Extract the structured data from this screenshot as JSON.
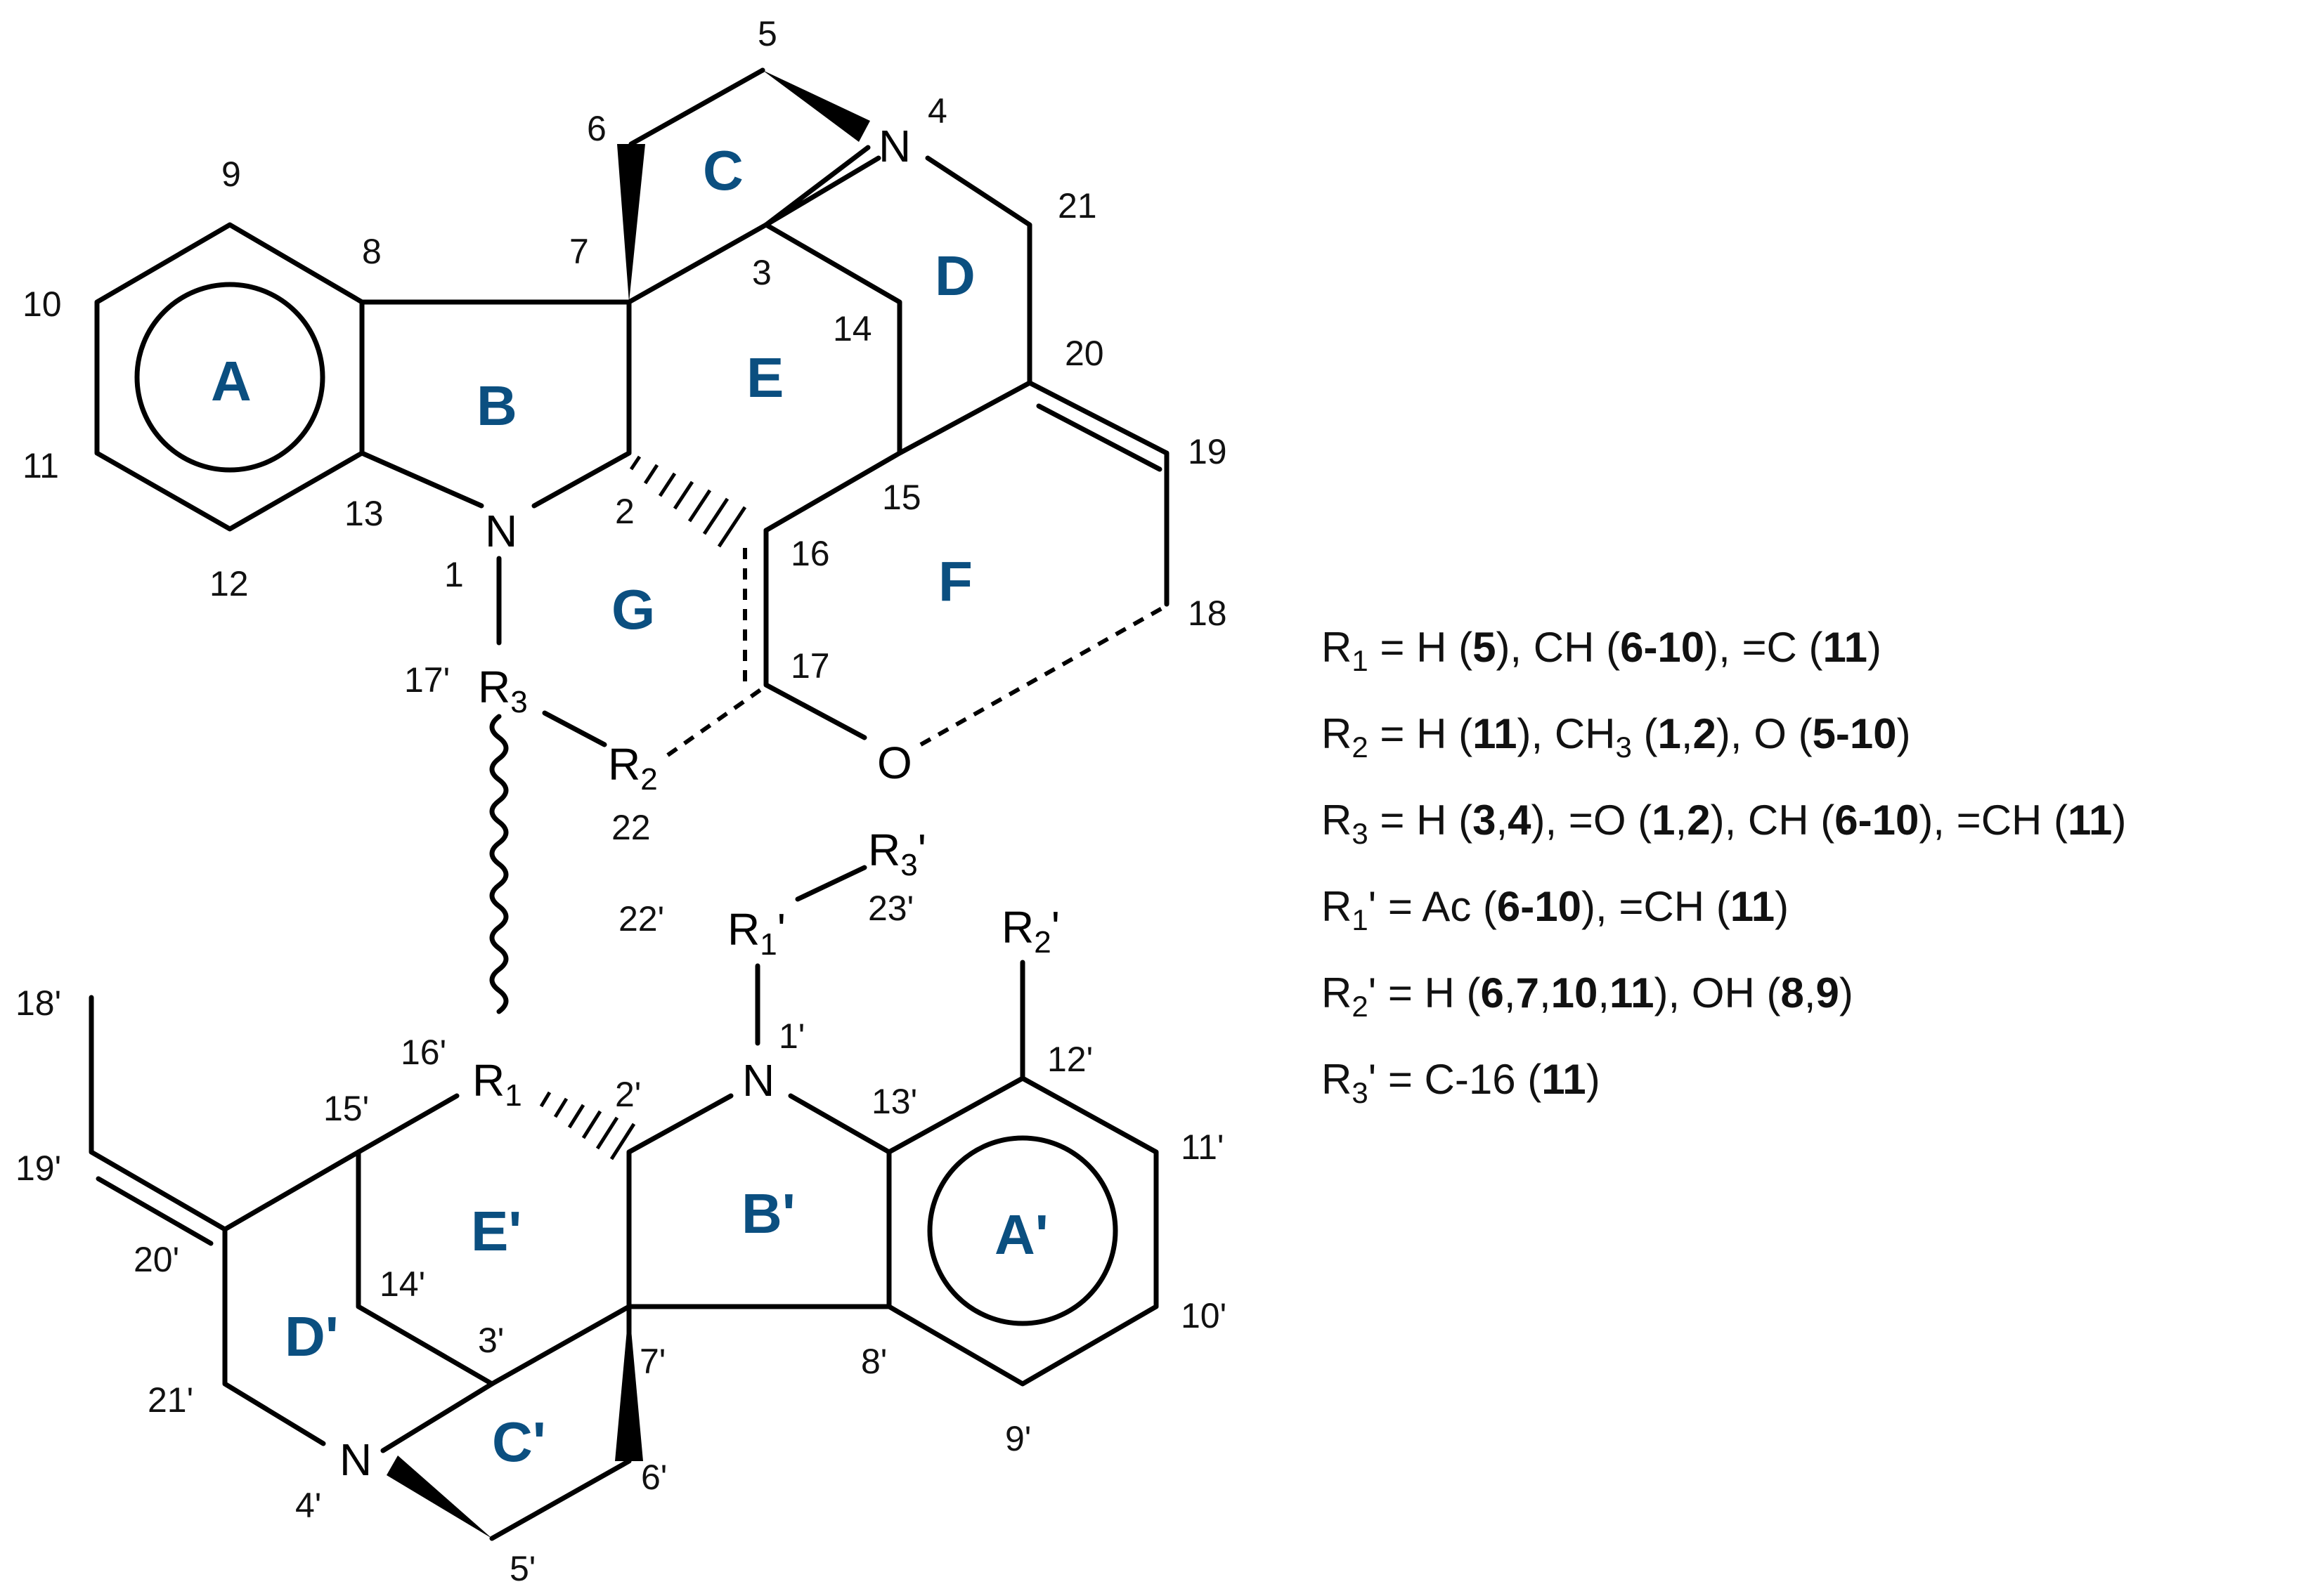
{
  "atoms": {
    "N1": "N",
    "N4": "N",
    "O": "O",
    "R3": "R",
    "R2": "R",
    "N1p": "N",
    "N4p": "N",
    "R1": "R",
    "R1p": "R",
    "R2p": "R",
    "R3p": "R"
  },
  "atom_subscripts": {
    "R3": "3",
    "R2": "2",
    "R1": "1",
    "R1p": "1",
    "R2p": "2",
    "R3p": "3"
  },
  "atom_primes": {
    "R1p": "'",
    "R2p": "'",
    "R3p": "'"
  },
  "ring_labels": [
    "A",
    "B",
    "C",
    "D",
    "E",
    "F",
    "G",
    "A'",
    "B'",
    "C'",
    "D'",
    "E'"
  ],
  "position_numbers": {
    "n1": "1",
    "n2": "2",
    "n3": "3",
    "n4": "4",
    "n5": "5",
    "n6": "6",
    "n7": "7",
    "n8": "8",
    "n9": "9",
    "n10": "10",
    "n11": "11",
    "n12": "12",
    "n13": "13",
    "n14": "14",
    "n15": "15",
    "n16": "16",
    "n17": "17",
    "n18": "18",
    "n19": "19",
    "n20": "20",
    "n21": "21",
    "n22": "22",
    "p1": "1'",
    "p2": "2'",
    "p3": "3'",
    "p4": "4'",
    "p5": "5'",
    "p6": "6'",
    "p7": "7'",
    "p8": "8'",
    "p9": "9'",
    "p10": "10'",
    "p11": "11'",
    "p12": "12'",
    "p13": "13'",
    "p14": "14'",
    "p15": "15'",
    "p16": "16'",
    "p17": "17'",
    "p18": "18'",
    "p19": "19'",
    "p20": "20'",
    "p21": "21'",
    "p22": "22'",
    "p23": "23'"
  },
  "legend": [
    {
      "R": "R",
      "sub": "1",
      "prime": "",
      "parts": [
        {
          "t": " = H ("
        },
        {
          "t": "5",
          "b": true
        },
        {
          "t": "), CH ("
        },
        {
          "t": "6-10",
          "b": true
        },
        {
          "t": "), =C ("
        },
        {
          "t": "11",
          "b": true
        },
        {
          "t": ")"
        }
      ]
    },
    {
      "R": "R",
      "sub": "2",
      "prime": "",
      "parts": [
        {
          "t": " = H ("
        },
        {
          "t": "11",
          "b": true
        },
        {
          "t": "), CH"
        },
        {
          "t": "3",
          "sub": true
        },
        {
          "t": " ("
        },
        {
          "t": "1",
          "b": true
        },
        {
          "t": ","
        },
        {
          "t": "2",
          "b": true
        },
        {
          "t": "), O ("
        },
        {
          "t": "5-10",
          "b": true
        },
        {
          "t": ")"
        }
      ]
    },
    {
      "R": "R",
      "sub": "3",
      "prime": "",
      "parts": [
        {
          "t": " = H ("
        },
        {
          "t": "3",
          "b": true
        },
        {
          "t": ","
        },
        {
          "t": "4",
          "b": true
        },
        {
          "t": "), =O ("
        },
        {
          "t": "1",
          "b": true
        },
        {
          "t": ","
        },
        {
          "t": "2",
          "b": true
        },
        {
          "t": "), CH ("
        },
        {
          "t": "6-10",
          "b": true
        },
        {
          "t": "), =CH ("
        },
        {
          "t": "11",
          "b": true
        },
        {
          "t": ")"
        }
      ]
    },
    {
      "R": "R",
      "sub": "1",
      "prime": "'",
      "parts": [
        {
          "t": " = Ac ("
        },
        {
          "t": "6-10",
          "b": true
        },
        {
          "t": "), =CH ("
        },
        {
          "t": "11",
          "b": true
        },
        {
          "t": ")"
        }
      ]
    },
    {
      "R": "R",
      "sub": "2",
      "prime": "'",
      "parts": [
        {
          "t": " = H ("
        },
        {
          "t": "6",
          "b": true
        },
        {
          "t": ","
        },
        {
          "t": "7",
          "b": true
        },
        {
          "t": ","
        },
        {
          "t": "10",
          "b": true
        },
        {
          "t": ","
        },
        {
          "t": "11",
          "b": true
        },
        {
          "t": "), OH ("
        },
        {
          "t": "8",
          "b": true
        },
        {
          "t": ","
        },
        {
          "t": "9",
          "b": true
        },
        {
          "t": ")"
        }
      ]
    },
    {
      "R": "R",
      "sub": "3",
      "prime": "'",
      "parts": [
        {
          "t": " = C-16 ("
        },
        {
          "t": "11",
          "b": true
        },
        {
          "t": ")"
        }
      ]
    }
  ],
  "colors": {
    "ring_label": "#0b4f80",
    "bond": "#000000"
  }
}
